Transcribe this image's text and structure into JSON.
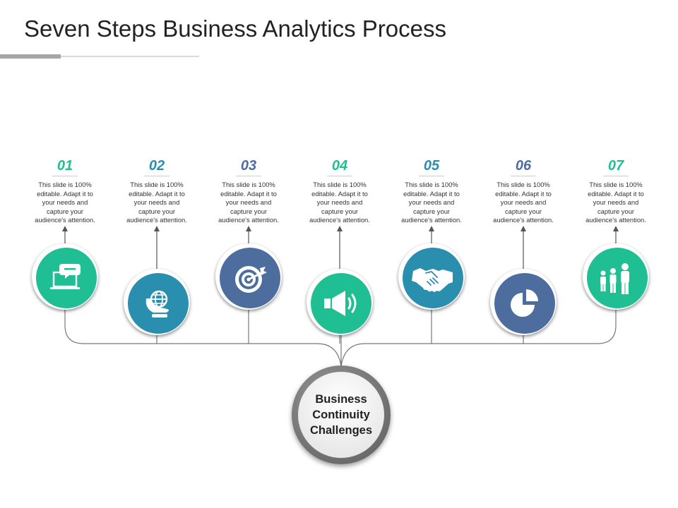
{
  "title": "Seven Steps Business Analytics Process",
  "colors": {
    "teal": "#1fbf93",
    "blue": "#2a8fae",
    "navy": "#4e6d9f"
  },
  "center": {
    "label_lines": [
      "Business",
      "Continuity",
      "Challenges"
    ]
  },
  "steps": [
    {
      "number": "01",
      "text_lines": [
        "This slide is 100%",
        "editable.  Adapt it to",
        "your needs and",
        "capture your",
        "audience's attention."
      ],
      "icon": "laptop-chat-icon",
      "color": "#1fbf93"
    },
    {
      "number": "02",
      "text_lines": [
        "This slide is 100%",
        "editable.  Adapt it to",
        "your needs and",
        "capture your",
        "audience's attention."
      ],
      "icon": "globe-hand-icon",
      "color": "#2a8fae"
    },
    {
      "number": "03",
      "text_lines": [
        "This slide is 100%",
        "editable.  Adapt it to",
        "your needs and",
        "capture your",
        "audience's attention."
      ],
      "icon": "target-icon",
      "color": "#4e6d9f"
    },
    {
      "number": "04",
      "text_lines": [
        "This slide is 100%",
        "editable.  Adapt it to",
        "your needs and",
        "capture your",
        "audience's attention."
      ],
      "icon": "speaker-icon",
      "color": "#1fbf93"
    },
    {
      "number": "05",
      "text_lines": [
        "This slide is 100%",
        "editable.  Adapt it to",
        "your needs and",
        "capture your",
        "audience's attention."
      ],
      "icon": "handshake-icon",
      "color": "#2a8fae"
    },
    {
      "number": "06",
      "text_lines": [
        "This slide is 100%",
        "editable.  Adapt it to",
        "your needs and",
        "capture your",
        "audience's attention."
      ],
      "icon": "pie-chart-icon",
      "color": "#4e6d9f"
    },
    {
      "number": "07",
      "text_lines": [
        "This slide is 100%",
        "editable.  Adapt it to",
        "your needs and",
        "capture your",
        "audience's attention."
      ],
      "icon": "people-group-icon",
      "color": "#1fbf93"
    }
  ]
}
